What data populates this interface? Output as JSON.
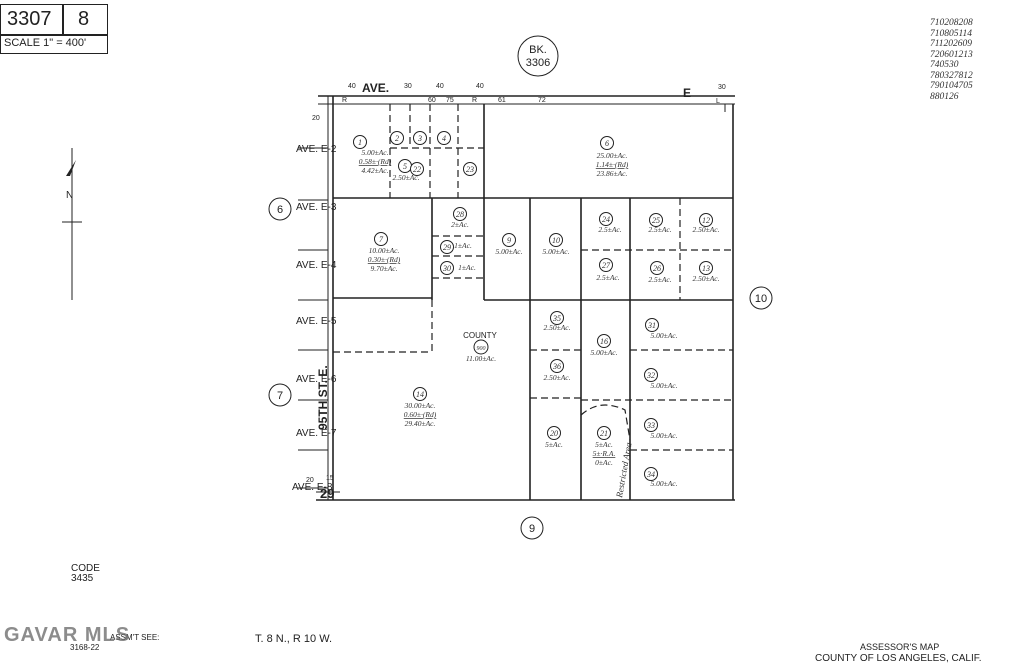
{
  "header": {
    "map_number": "3307",
    "page_number": "8",
    "scale": "SCALE 1\" = 400'"
  },
  "book_ref": {
    "label": "BK.",
    "number": "3306"
  },
  "revision_codes": [
    "710208208",
    "710805114",
    "711202609",
    "720601213",
    "740530",
    "780327812",
    "790104705",
    "880126"
  ],
  "streets": {
    "top_ave": "AVE.",
    "top_e": "E",
    "left_street": "95TH ST. E.",
    "left_aves": [
      "AVE. E-2",
      "AVE. E-3",
      "AVE. E-4",
      "AVE. E-5",
      "AVE. E-6",
      "AVE. E-7",
      "AVE. E-8"
    ]
  },
  "adjacent_pages": {
    "left_upper": "6",
    "left_lower": "7",
    "right": "10",
    "bottom": "9"
  },
  "dimensions": [
    "40",
    "30",
    "40",
    "40",
    "30",
    "20",
    "20",
    "15",
    "R",
    "R",
    "60",
    "75",
    "61",
    "72",
    "L"
  ],
  "parcels": [
    {
      "id": "1",
      "area": "5.00±Ac.",
      "sub": "0.58±·(Rd)",
      "net": "4.42±Ac."
    },
    {
      "id": "2",
      "area": "",
      "sub": "",
      "net": ""
    },
    {
      "id": "3",
      "area": "",
      "sub": "",
      "net": ""
    },
    {
      "id": "4",
      "area": "",
      "sub": "",
      "net": ""
    },
    {
      "id": "5",
      "area": "2.50±Ac.",
      "sub": "",
      "net": ""
    },
    {
      "id": "6",
      "area": "25.00±Ac.",
      "sub": "1.14±·(Rd)",
      "net": "23.86±Ac."
    },
    {
      "id": "7",
      "area": "10.00±Ac.",
      "sub": "0.30±·(Rd)",
      "net": "9.70±Ac."
    },
    {
      "id": "9",
      "area": "5.00±Ac.",
      "sub": "",
      "net": ""
    },
    {
      "id": "10",
      "area": "5.00±Ac.",
      "sub": "",
      "net": ""
    },
    {
      "id": "12",
      "area": "2.50±Ac.",
      "sub": "",
      "net": ""
    },
    {
      "id": "13",
      "area": "2.50±Ac.",
      "sub": "",
      "net": ""
    },
    {
      "id": "14",
      "area": "30.00±Ac.",
      "sub": "0.60±·(Rd)",
      "net": "29.40±Ac."
    },
    {
      "id": "16",
      "area": "5.00±Ac.",
      "sub": "",
      "net": ""
    },
    {
      "id": "20",
      "area": "5±Ac.",
      "sub": "",
      "net": ""
    },
    {
      "id": "21",
      "area": "5±Ac.",
      "sub": "5±·R.A.",
      "net": "0±Ac."
    },
    {
      "id": "22",
      "area": "",
      "sub": "",
      "net": ""
    },
    {
      "id": "23",
      "area": "",
      "sub": "",
      "net": ""
    },
    {
      "id": "24",
      "area": "2.5±Ac.",
      "sub": "",
      "net": ""
    },
    {
      "id": "25",
      "area": "2.5±Ac.",
      "sub": "",
      "net": ""
    },
    {
      "id": "26",
      "area": "2.5±Ac.",
      "sub": "",
      "net": ""
    },
    {
      "id": "27",
      "area": "2.5±Ac.",
      "sub": "",
      "net": ""
    },
    {
      "id": "28",
      "area": "2±Ac.",
      "sub": "",
      "net": ""
    },
    {
      "id": "29",
      "area": "1±Ac.",
      "sub": "",
      "net": ""
    },
    {
      "id": "30",
      "area": "1±Ac.",
      "sub": "",
      "net": ""
    },
    {
      "id": "31",
      "area": "5.00±Ac.",
      "sub": "",
      "net": ""
    },
    {
      "id": "32",
      "area": "5.00±Ac.",
      "sub": "",
      "net": ""
    },
    {
      "id": "33",
      "area": "5.00±Ac.",
      "sub": "",
      "net": ""
    },
    {
      "id": "34",
      "area": "5.00±Ac.",
      "sub": "",
      "net": ""
    },
    {
      "id": "35",
      "area": "2.50±Ac.",
      "sub": "",
      "net": ""
    },
    {
      "id": "36",
      "area": "2.50±Ac.",
      "sub": "",
      "net": ""
    },
    {
      "id": "900",
      "area": "11.00±Ac.",
      "sub": "",
      "net": ""
    }
  ],
  "county_label": "COUNTY",
  "restricted_area": "Restricted Area",
  "corner_number": "29",
  "footer": {
    "code_label": "CODE",
    "code_value": "3435",
    "assmt_see": "ASSM'T SEE:",
    "assmt_ref": "3168-22",
    "township": "T. 8 N., R 10 W.",
    "assessor_title": "ASSESSOR'S MAP",
    "county": "COUNTY OF LOS ANGELES, CALIF.",
    "watermark": "GAVAR MLS"
  }
}
